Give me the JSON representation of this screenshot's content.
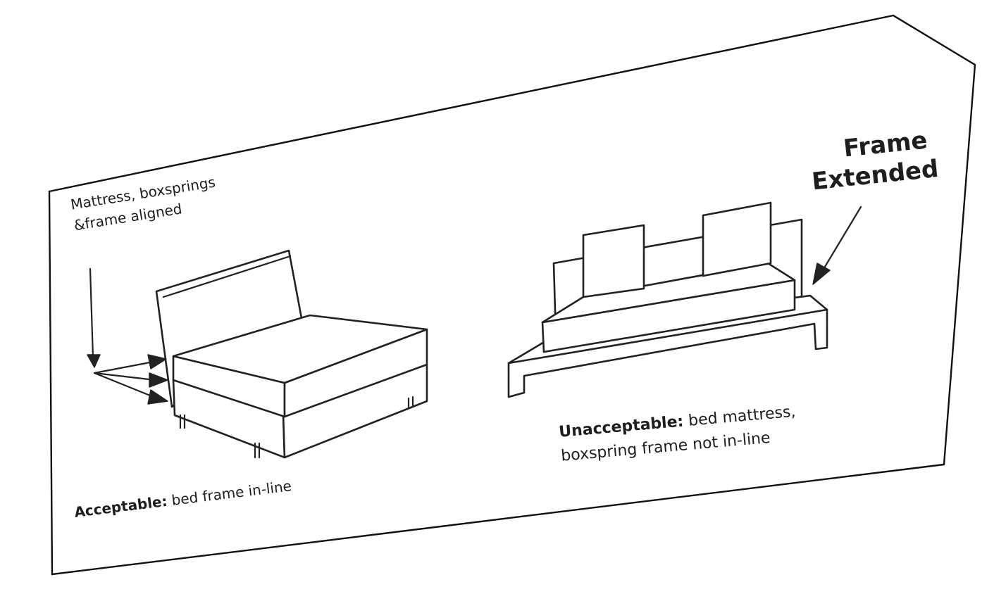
{
  "labels": {
    "aligned_line1": "Mattress, boxsprings",
    "aligned_line2": "&frame aligned",
    "acceptable_bold": "Acceptable:",
    "acceptable_text": " bed frame in-line",
    "frame_line1": "Frame",
    "frame_line2": "Extended",
    "unacceptable_bold": "Unacceptable:",
    "unacceptable_text1": " bed mattress,",
    "unacceptable_text2": "boxspring frame not in-line"
  },
  "colors": {
    "ink": "#222222",
    "paper": "#ffffff"
  }
}
